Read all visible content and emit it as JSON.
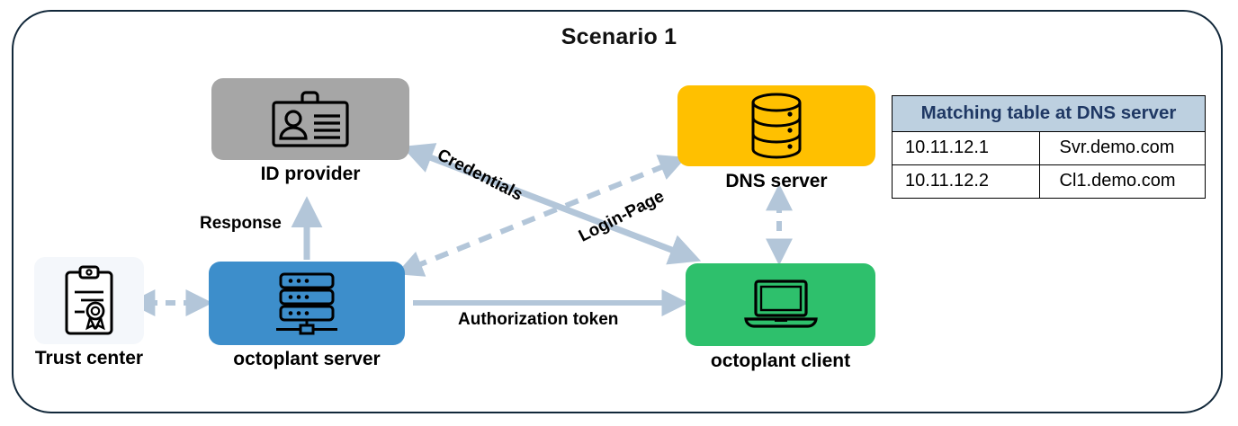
{
  "diagram": {
    "title": "Scenario 1",
    "border_color": "#12283a",
    "background": "#ffffff"
  },
  "nodes": [
    {
      "id": "id-provider",
      "label": "ID provider",
      "icon": "id-badge-icon",
      "color": "#a6a6a6"
    },
    {
      "id": "dns-server",
      "label": "DNS server",
      "icon": "database-cylinder-icon",
      "color": "#ffc000"
    },
    {
      "id": "octoplant-server",
      "label": "octoplant server",
      "icon": "server-rack-icon",
      "color": "#3d8ecb"
    },
    {
      "id": "octoplant-client",
      "label": "octoplant client",
      "icon": "laptop-icon",
      "color": "#2ec06c"
    },
    {
      "id": "trust-center",
      "label": "Trust center",
      "icon": "certificate-clipboard-icon",
      "color": "#f4f7fb"
    }
  ],
  "edges": [
    {
      "id": "response",
      "label": "Response",
      "from": "octoplant-server",
      "to": "id-provider",
      "style": "solid",
      "direction": "one-way"
    },
    {
      "id": "credentials",
      "label": "Credentials",
      "from": "id-provider",
      "to": "octoplant-client",
      "style": "solid",
      "direction": "two-way"
    },
    {
      "id": "login-page",
      "label": "Login-Page",
      "from": "octoplant-server",
      "to": "dns-server",
      "style": "dashed",
      "direction": "two-way"
    },
    {
      "id": "authorization-token",
      "label": "Authorization token",
      "from": "octoplant-server",
      "to": "octoplant-client",
      "style": "solid",
      "direction": "one-way"
    },
    {
      "id": "trust-center-server",
      "label": "",
      "from": "trust-center",
      "to": "octoplant-server",
      "style": "dashed",
      "direction": "two-way"
    },
    {
      "id": "dns-client",
      "label": "",
      "from": "dns-server",
      "to": "octoplant-client",
      "style": "dashed",
      "direction": "two-way"
    }
  ],
  "matching_table": {
    "header": "Matching table at DNS server",
    "header_bg": "#bdd0e0",
    "header_color": "#1f3864",
    "rows": [
      {
        "ip": "10.11.12.1",
        "host": "Svr.demo.com"
      },
      {
        "ip": "10.11.12.2",
        "host": "Cl1.demo.com"
      }
    ]
  }
}
